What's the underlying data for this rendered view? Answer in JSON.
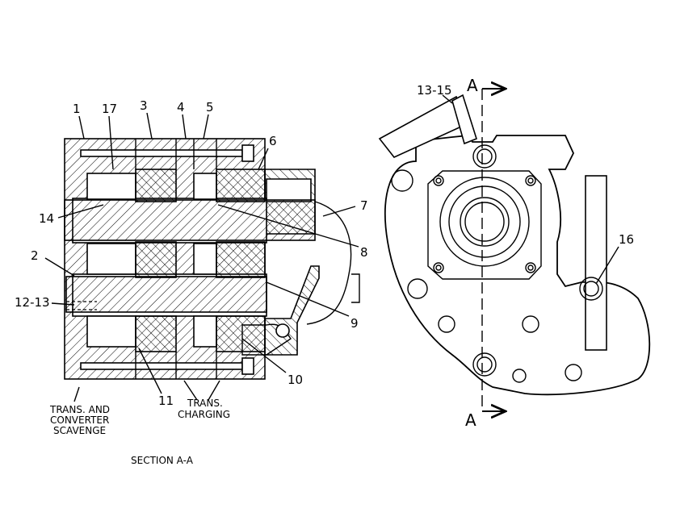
{
  "callouts": {
    "c1": "1",
    "c17": "17",
    "c3": "3",
    "c4": "4",
    "c5": "5",
    "c6": "6",
    "c7": "7",
    "c8": "8",
    "c9": "9",
    "c10": "10",
    "c11": "11",
    "c14": "14",
    "c2": "2",
    "c12_13": "12-13",
    "c13_15": "13-15",
    "c16": "16"
  },
  "notes": {
    "scavenge_line1": "TRANS. AND",
    "scavenge_line2": "CONVERTER",
    "scavenge_line3": "SCAVENGE",
    "charging_line1": "TRANS.",
    "charging_line2": "CHARGING"
  },
  "section": {
    "caption": "SECTION A-A",
    "marker_top": "A",
    "marker_bottom": "A"
  }
}
